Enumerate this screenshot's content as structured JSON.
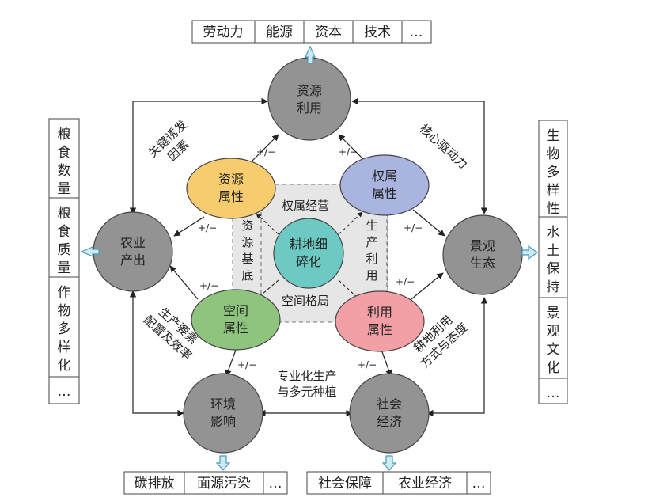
{
  "top_factors": [
    "劳动力",
    "能源",
    "资本",
    "技术",
    "…"
  ],
  "left_outputs": [
    "粮食数量",
    "粮食质量",
    "作物多样化",
    "…"
  ],
  "right_ecology": [
    "生物多样性",
    "水土保持",
    "景观文化",
    "…"
  ],
  "bottom_left_env": [
    "碳排放",
    "面源污染",
    "…"
  ],
  "bottom_right_soc": [
    "社会保障",
    "农业经济",
    "…"
  ],
  "outer_nodes": {
    "resource_use": [
      "资源",
      "利用"
    ],
    "agri_output": [
      "农业",
      "产出"
    ],
    "landscape": [
      "景观",
      "生态"
    ],
    "environment": [
      "环境",
      "影响"
    ],
    "socio_economy": [
      "社会",
      "经济"
    ]
  },
  "inner_nodes": {
    "resource_attr": [
      "资源",
      "属性"
    ],
    "ownership_attr": [
      "权属",
      "属性"
    ],
    "spatial_attr": [
      "空间",
      "属性"
    ],
    "use_attr": [
      "利用",
      "属性"
    ],
    "center": [
      "耕地细",
      "碎化"
    ]
  },
  "inner_labels": {
    "ownership_mgmt": "权属经营",
    "spatial_pattern": "空间格局",
    "resource_base": [
      "资",
      "源",
      "基",
      "底"
    ],
    "prod_use": [
      "生",
      "产",
      "利",
      "用"
    ]
  },
  "annotations": {
    "key_trigger": [
      "关键诱发",
      "因素"
    ],
    "core_driver": "核心驱动力",
    "prod_factor": [
      "生产要素",
      "配置及效率"
    ],
    "farm_use": [
      "耕地利用",
      "方式与态度"
    ],
    "specialization": [
      "专业化生产",
      "与多元种植"
    ]
  },
  "effect_label": "+/−",
  "colors": {
    "outer": "#939393",
    "resource_attr": "#f6cc6e",
    "ownership_attr": "#a9b5e0",
    "spatial_attr": "#8ec47e",
    "use_attr": "#f2a0a5",
    "center": "#6cc9c3",
    "inner_bg": "#e6e6e6",
    "arrow_fill": "#cdeaf2",
    "arrow_stroke": "#4b9bb5"
  }
}
